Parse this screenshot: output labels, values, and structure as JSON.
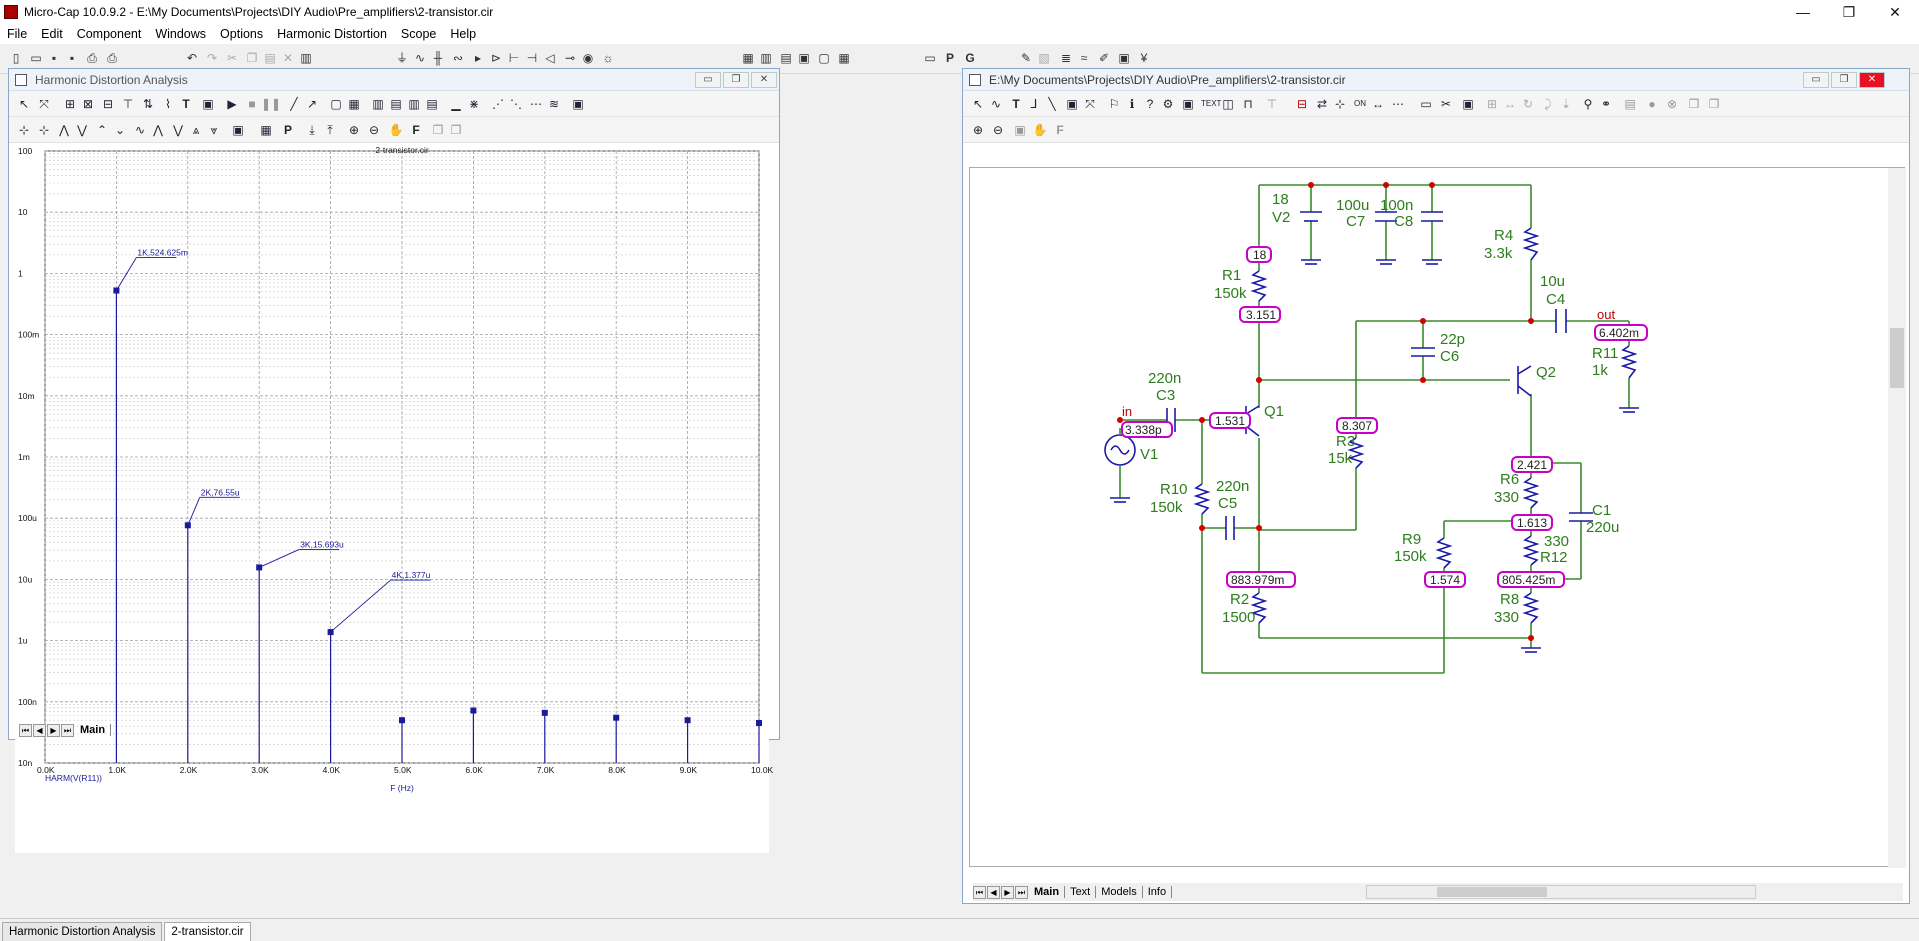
{
  "window": {
    "title": "Micro-Cap 10.0.9.2 - E:\\My Documents\\Projects\\DIY Audio\\Pre_amplifiers\\2-transistor.cir",
    "min_glyph": "—",
    "max_glyph": "❐",
    "close_glyph": "✕"
  },
  "menu": [
    "File",
    "Edit",
    "Component",
    "Windows",
    "Options",
    "Harmonic Distortion",
    "Scope",
    "Help"
  ],
  "hd_window": {
    "title": "Harmonic Distortion Analysis",
    "plot_title": "2-transistor.cir",
    "y_ticks": [
      "100",
      "10",
      "1",
      "100m",
      "10m",
      "1m",
      "100u",
      "10u",
      "1u",
      "100n",
      "10n"
    ],
    "x_ticks": [
      "0.0K",
      "1.0K",
      "2.0K",
      "3.0K",
      "4.0K",
      "5.0K",
      "6.0K",
      "7.0K",
      "8.0K",
      "9.0K",
      "10.0K"
    ],
    "trace_label": "HARM(V(R11))",
    "x_axis_label": "F (Hz)",
    "tabs": [
      "Main"
    ]
  },
  "chart_data": {
    "type": "bar",
    "title": "2-transistor.cir",
    "xlabel": "F (Hz)",
    "ylabel": "HARM(V(R11))",
    "x": [
      1000,
      2000,
      3000,
      4000,
      5000,
      6000,
      7000,
      8000,
      9000,
      10000
    ],
    "values": [
      0.524625,
      7.655e-05,
      1.5693e-05,
      1.377e-06,
      5e-08,
      7.2e-08,
      6.6e-08,
      5.5e-08,
      5e-08,
      4.5e-08
    ],
    "annotations": [
      {
        "x": 1000,
        "text": "1K,524.625m"
      },
      {
        "x": 2000,
        "text": "2K,76.55u"
      },
      {
        "x": 3000,
        "text": "3K,15.693u"
      },
      {
        "x": 4000,
        "text": "4K,1.377u"
      }
    ],
    "ylim": [
      1e-08,
      100
    ],
    "xlim": [
      0,
      10000
    ],
    "log_y": true,
    "grid": true,
    "series_color": "#1a1a9a"
  },
  "schematic_window": {
    "title": "E:\\My Documents\\Projects\\DIY Audio\\Pre_amplifiers\\2-transistor.cir",
    "tabs": [
      "Main",
      "Text",
      "Models",
      "Info"
    ],
    "labels": {
      "v2_val": "18",
      "v2_name": "V2",
      "c7_val": "100u",
      "c7_name": "C7",
      "c8_val": "100n",
      "c8_name": "C8",
      "r4_name": "R4",
      "r4_val": "3.3k",
      "r1_name": "R1",
      "r1_val": "150k",
      "c4_val": "10u",
      "c4_name": "C4",
      "out": "out",
      "c6_val": "22p",
      "c6_name": "C6",
      "r11_name": "R11",
      "r11_val": "1k",
      "q1": "Q1",
      "q2": "Q2",
      "c3_val": "220n",
      "c3_name": "C3",
      "in": "in",
      "v1": "V1",
      "r3_name": "R3",
      "r3_val": "15k",
      "r6_name": "R6",
      "r6_val": "330",
      "c1_name": "C1",
      "c1_val": "220u",
      "r10_name": "R10",
      "r10_val": "150k",
      "c5_val": "220n",
      "c5_name": "C5",
      "r9_name": "R9",
      "r9_val": "150k",
      "r12_val": "330",
      "r12_name": "R12",
      "r2_name": "R2",
      "r2_val": "1500",
      "r8_name": "R8",
      "r8_val": "330"
    },
    "node_voltages": {
      "n18": "18",
      "n3151": "3.151",
      "nout": "6.402m",
      "nin": "3.338p",
      "nq1b": "1.531",
      "n8307": "8.307",
      "n2421": "2.421",
      "n1613": "1.613",
      "n883": "883.979m",
      "n1574": "1.574",
      "n805": "805.425m"
    }
  },
  "bottom_tabs": [
    "Harmonic Distortion Analysis",
    "2-transistor.cir"
  ]
}
